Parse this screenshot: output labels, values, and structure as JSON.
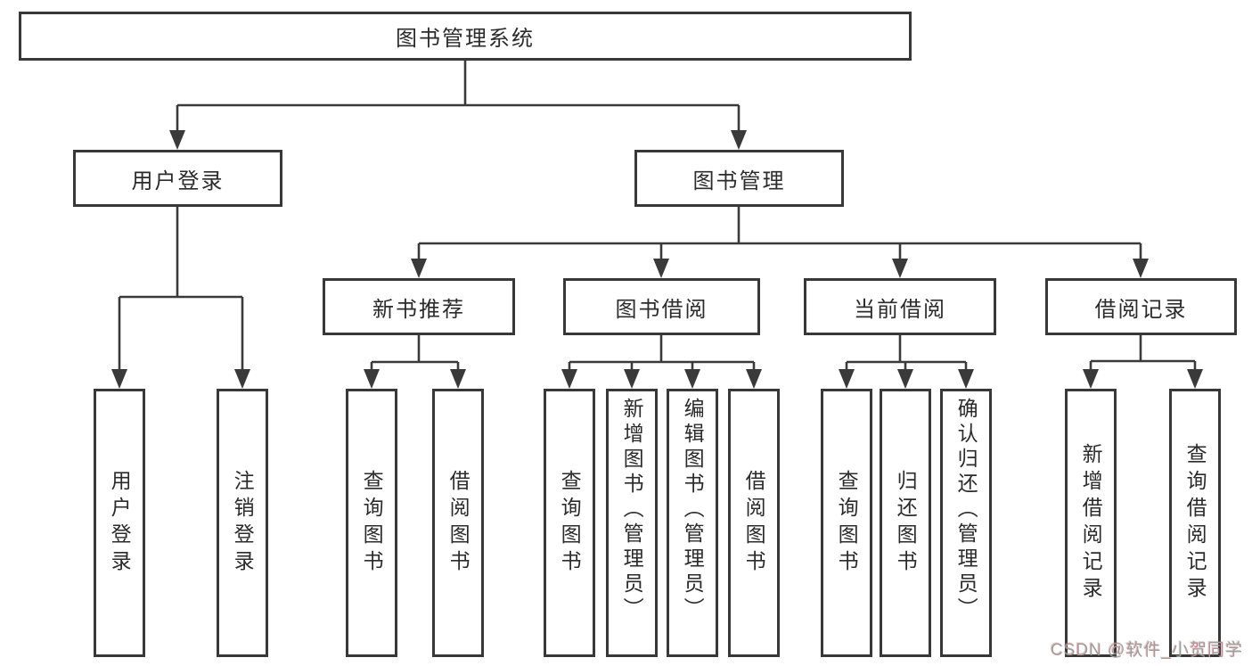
{
  "diagram": {
    "root": {
      "label": "图书管理系统"
    },
    "level2": [
      {
        "id": "user-login",
        "label": "用户登录"
      },
      {
        "id": "book-management",
        "label": "图书管理"
      }
    ],
    "level3": [
      {
        "id": "new-book-recommend",
        "label": "新书推荐",
        "parent": "图书管理"
      },
      {
        "id": "book-borrowing",
        "label": "图书借阅",
        "parent": "图书管理"
      },
      {
        "id": "current-borrowing",
        "label": "当前借阅",
        "parent": "图书管理"
      },
      {
        "id": "borrowing-records",
        "label": "借阅记录",
        "parent": "图书管理"
      }
    ],
    "leaves": [
      {
        "id": "leaf-user-login",
        "label": "用户登录",
        "parent": "用户登录"
      },
      {
        "id": "leaf-logout",
        "label": "注销登录",
        "parent": "用户登录"
      },
      {
        "id": "leaf-query-books-1",
        "label": "查询图书",
        "parent": "新书推荐"
      },
      {
        "id": "leaf-borrow-book-1",
        "label": "借阅图书",
        "parent": "新书推荐"
      },
      {
        "id": "leaf-query-books-2",
        "label": "查询图书",
        "parent": "图书借阅"
      },
      {
        "id": "leaf-add-book-admin",
        "label": "新增图书（管理员）",
        "parent": "图书借阅"
      },
      {
        "id": "leaf-edit-book-admin",
        "label": "编辑图书（管理员）",
        "parent": "图书借阅"
      },
      {
        "id": "leaf-borrow-book-2",
        "label": "借阅图书",
        "parent": "图书借阅"
      },
      {
        "id": "leaf-query-books-3",
        "label": "查询图书",
        "parent": "当前借阅"
      },
      {
        "id": "leaf-return-book",
        "label": "归还图书",
        "parent": "当前借阅"
      },
      {
        "id": "leaf-confirm-return-admin",
        "label": "确认归还（管理员）",
        "parent": "当前借阅"
      },
      {
        "id": "leaf-add-borrow-record",
        "label": "新增借阅记录",
        "parent": "借阅记录"
      },
      {
        "id": "leaf-query-borrow-record",
        "label": "查询借阅记录",
        "parent": "借阅记录"
      }
    ]
  },
  "watermark": {
    "text": "CSDN @软件_小贺同学"
  },
  "colors": {
    "line": "#3a3a3a",
    "box_border": "#383838",
    "text": "#2b2b2b",
    "background": "#ffffff",
    "watermark": "#9d9d9d"
  }
}
